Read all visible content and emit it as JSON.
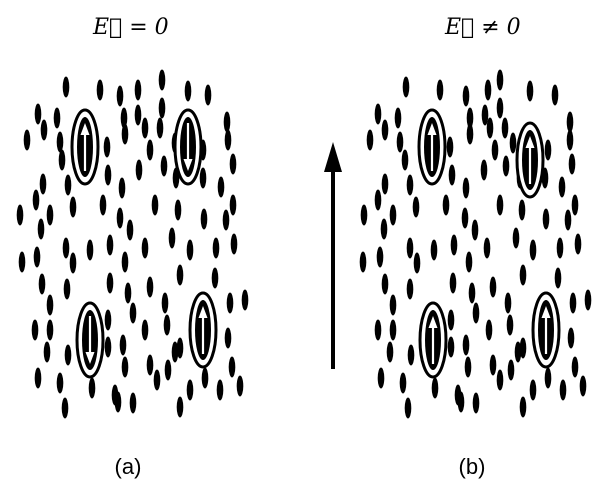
{
  "panels": [
    {
      "id": "a",
      "caption": "(a)",
      "field_label": "E⃗ = 0",
      "dipole_directions": [
        "up",
        "down",
        "down",
        "up"
      ]
    },
    {
      "id": "b",
      "caption": "(b)",
      "field_label": "E⃗ ≠ 0",
      "dipole_directions": [
        "up",
        "up",
        "up",
        "up"
      ]
    }
  ],
  "field_arrow": {
    "direction": "up",
    "shown_in_panel": "b"
  },
  "colors": {
    "ink": "#000000",
    "background": "#ffffff"
  }
}
